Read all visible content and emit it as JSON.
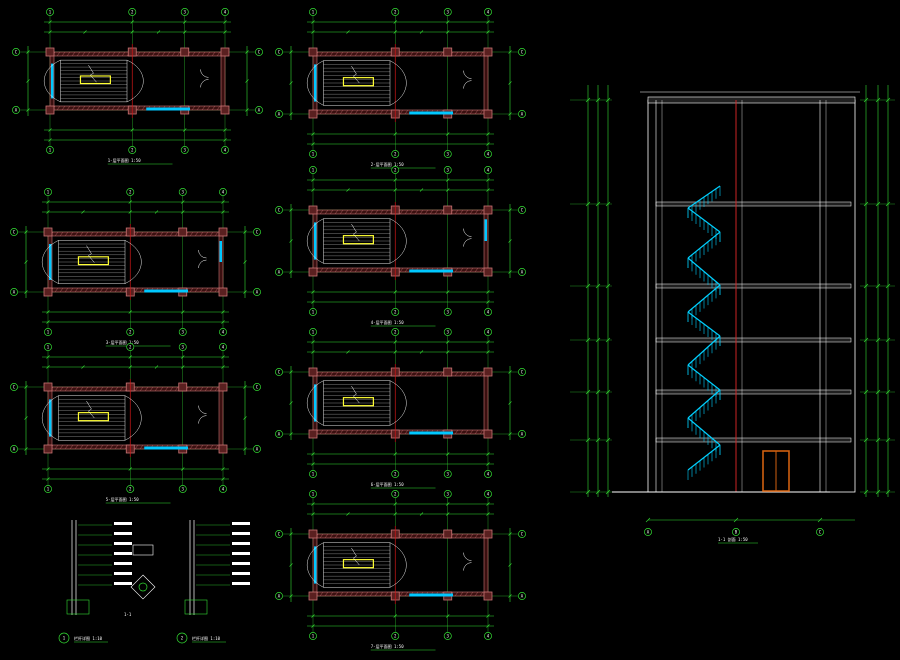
{
  "drawing": {
    "colors": {
      "background": "#000000",
      "dimension": "#33dd33",
      "wall_hatch": "#c87474",
      "axis_line": "#d01818",
      "window": "#00c8ff",
      "stair_outline": "#ffff33",
      "text": "#ffffff",
      "door_panel": "#d06010",
      "handrail": "#00d0ff"
    },
    "plans": [
      {
        "id": "plan-1",
        "title": "1-层平面图  1:50"
      },
      {
        "id": "plan-2",
        "title": "2-层平面图  1:50"
      },
      {
        "id": "plan-3",
        "title": "3-层平面图  1:50"
      },
      {
        "id": "plan-4",
        "title": "4-层平面图  1:50"
      },
      {
        "id": "plan-5",
        "title": "5-层平面图  1:50"
      },
      {
        "id": "plan-6",
        "title": "6-层平面图  1:50"
      },
      {
        "id": "plan-7",
        "title": "7-层平面图  1:50"
      }
    ],
    "section": {
      "title": "1-1 剖面  1:50"
    },
    "details": [
      {
        "id": "detail-1",
        "number": "1",
        "title": "栏杆详图  1:10"
      },
      {
        "id": "detail-2",
        "number": "2",
        "title": "栏杆详图  1:10"
      }
    ],
    "detail_center_mark": "1-1",
    "axis_numbers": [
      "1",
      "2",
      "3",
      "4"
    ],
    "axis_letters": [
      "A",
      "B",
      "C"
    ]
  }
}
